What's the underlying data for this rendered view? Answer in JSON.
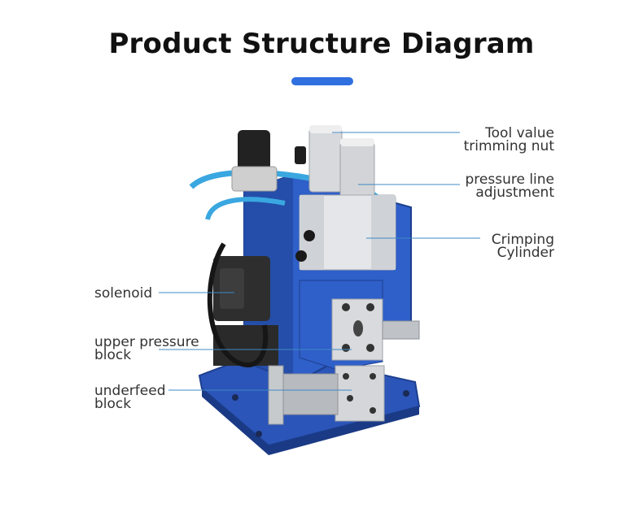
{
  "title": "Product Structure Diagram",
  "colors": {
    "accent": "#2f6fe0",
    "leader": "#3f88c5",
    "machine_blue": "#2952b8",
    "hose_blue": "#39a7e0",
    "steel": "#c9ccd0"
  },
  "labels": {
    "tool_value": {
      "line1": "Tool value",
      "line2": "trimming nut"
    },
    "pressure_line": {
      "line1": "pressure line",
      "line2": "adjustment"
    },
    "crimping": {
      "line1": "Crimping",
      "line2": "Cylinder"
    },
    "solenoid": {
      "line1": "solenoid"
    },
    "upper_block": {
      "line1": "upper pressure",
      "line2": "block"
    },
    "underfeed": {
      "line1": "underfeed",
      "line2": "block"
    }
  }
}
